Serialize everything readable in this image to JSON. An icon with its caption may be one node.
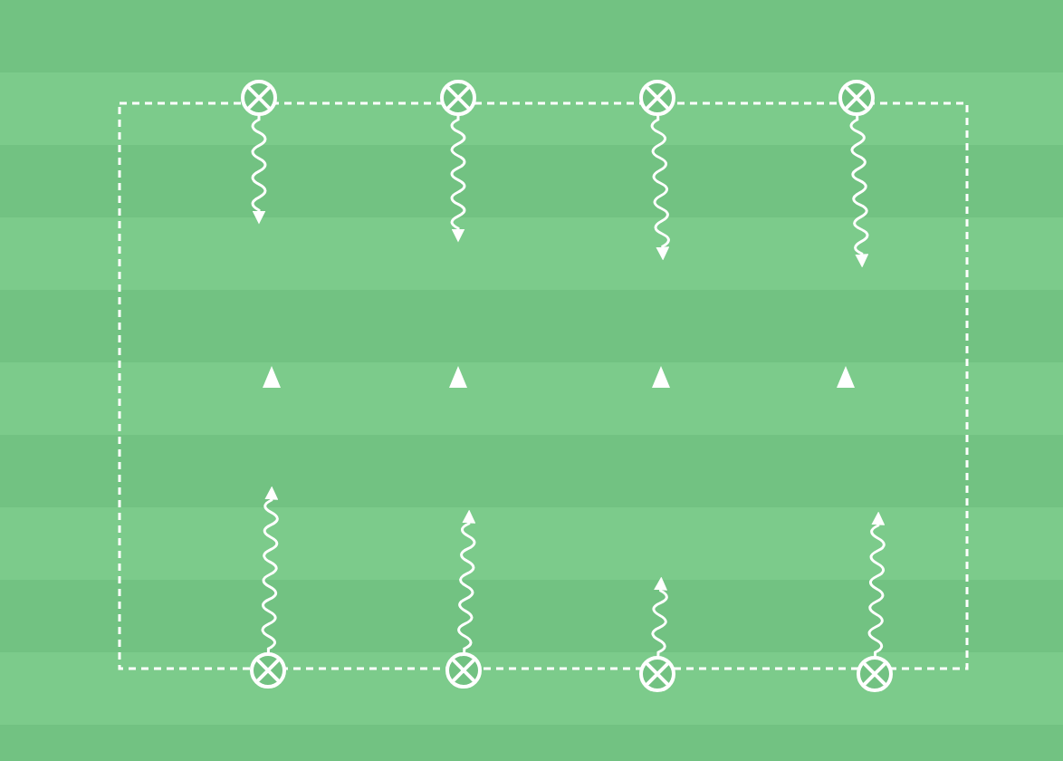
{
  "diagram": {
    "nodes": [
      {
        "text": [],
        "shape": "circle"
      },
      {
        "text": [],
        "shape": "circle"
      },
      {
        "text": [],
        "shape": "circle"
      },
      {
        "text": [],
        "shape": "circle"
      },
      {
        "text": [],
        "shape": "triangle"
      },
      {
        "text": [],
        "shape": "triangle"
      },
      {
        "text": [],
        "shape": "triangle"
      },
      {
        "text": [],
        "shape": "triangle"
      },
      {
        "text": [],
        "shape": "circle"
      },
      {
        "text": [],
        "shape": "circle"
      },
      {
        "text": [],
        "shape": "circle"
      },
      {
        "text": [],
        "shape": "circle"
      }
    ],
    "edges": [
      {
        "from": 0,
        "to": null,
        "arrow": "to"
      },
      {
        "from": 1,
        "to": null,
        "arrow": "to"
      },
      {
        "from": 2,
        "to": null,
        "arrow": "to"
      },
      {
        "from": 3,
        "to": null,
        "arrow": "to"
      },
      {
        "from": 8,
        "to": null,
        "arrow": "to"
      },
      {
        "from": 9,
        "to": null,
        "arrow": "to"
      },
      {
        "from": 10,
        "to": null,
        "arrow": "to"
      },
      {
        "from": 11,
        "to": null,
        "arrow": "to"
      }
    ]
  }
}
